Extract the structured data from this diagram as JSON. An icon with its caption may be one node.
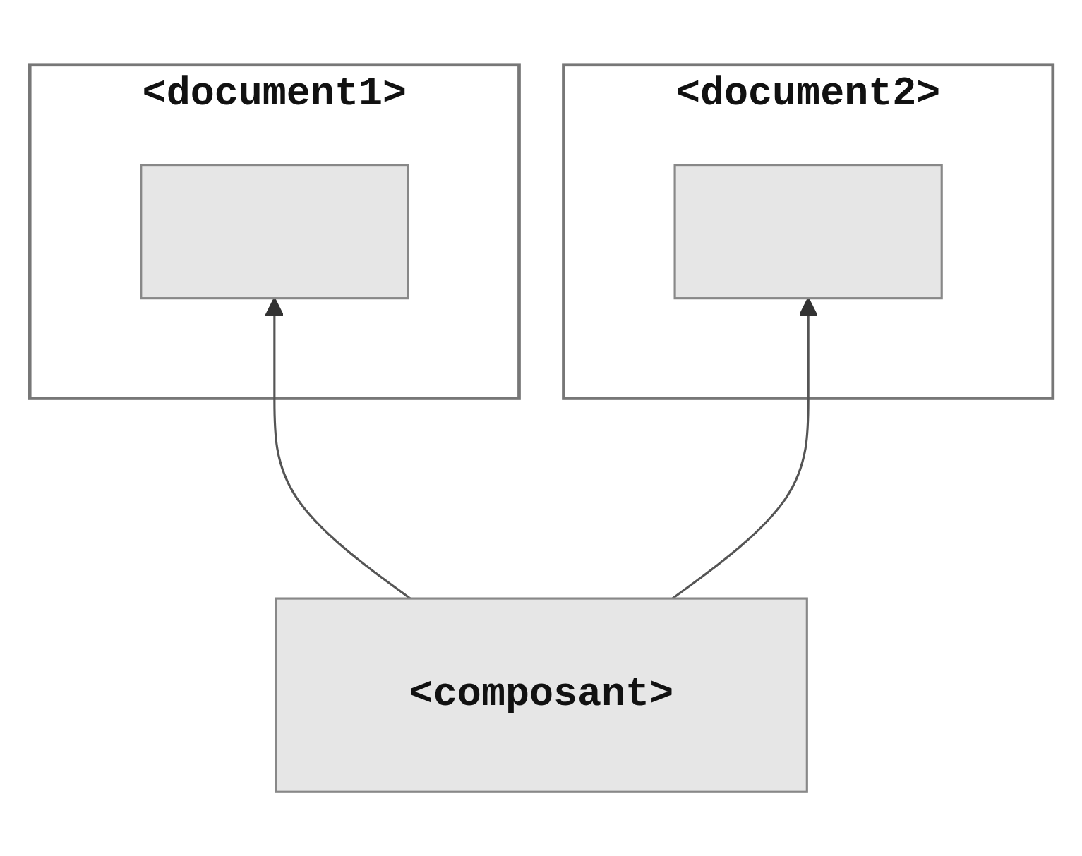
{
  "diagram": {
    "nodes": [
      {
        "text": [
          "<document1>"
        ]
      },
      {
        "text": [],
        "shape": "box",
        "in": 0
      },
      {
        "text": [
          "<document2>"
        ]
      },
      {
        "text": [],
        "shape": "box",
        "in": 2
      },
      {
        "text": [
          "<composant>"
        ]
      }
    ],
    "edges": [
      {
        "from": 4,
        "to": 1,
        "arrow": "to"
      },
      {
        "from": 4,
        "to": 3,
        "arrow": "to"
      }
    ]
  }
}
